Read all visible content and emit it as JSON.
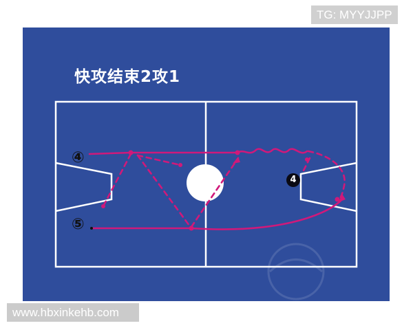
{
  "slide": {
    "title": "快攻结束2攻1",
    "background_color": "#2f4d9c",
    "line_color": "#ffffff",
    "path_color": "#d0197a"
  },
  "players": {
    "left_top": "④",
    "left_bottom": "⑤",
    "right": "4"
  },
  "watermarks": {
    "top": "TG: MYYJJPP",
    "bottom": "www.hbxinkehb.com"
  }
}
